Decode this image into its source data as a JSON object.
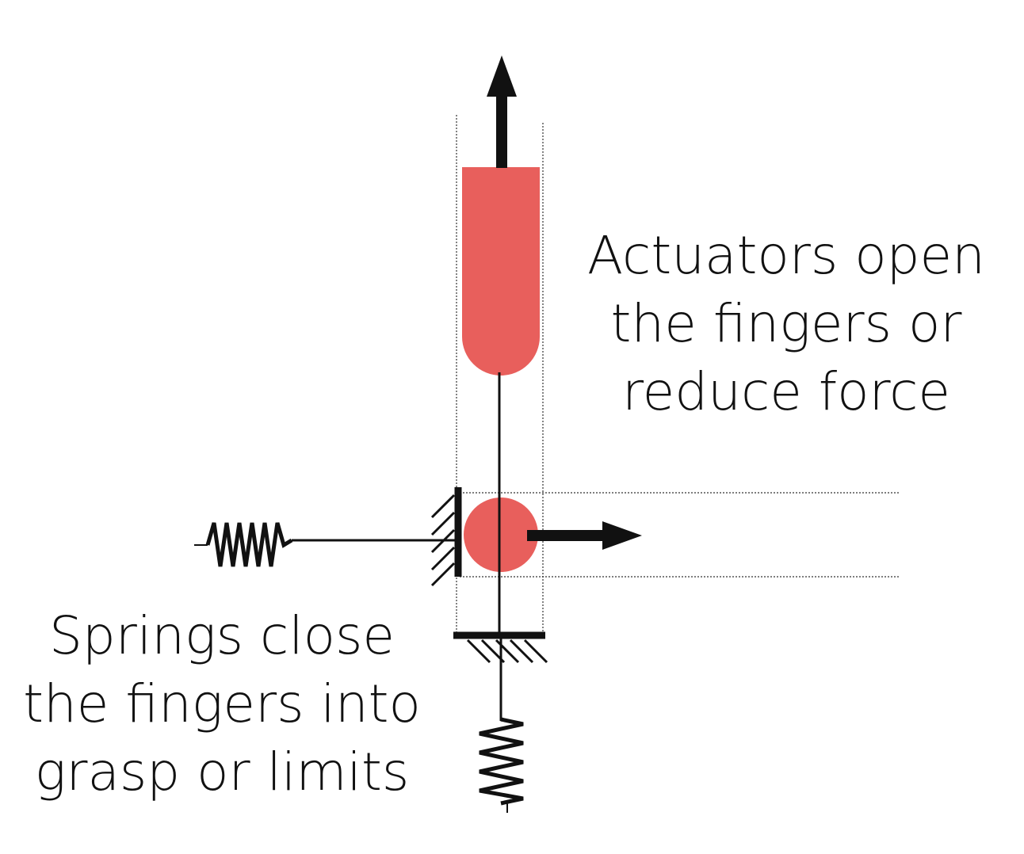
{
  "labels": {
    "actuators": {
      "line1": "Actuators open",
      "line2": "the fingers or",
      "line3": "reduce force"
    },
    "springs": {
      "line1": "Springs close",
      "line2": "the fingers into",
      "line3": "grasp or limits"
    }
  },
  "colors": {
    "actuator": "#e85f5c",
    "ink": "#111111",
    "guide": "#333333"
  }
}
